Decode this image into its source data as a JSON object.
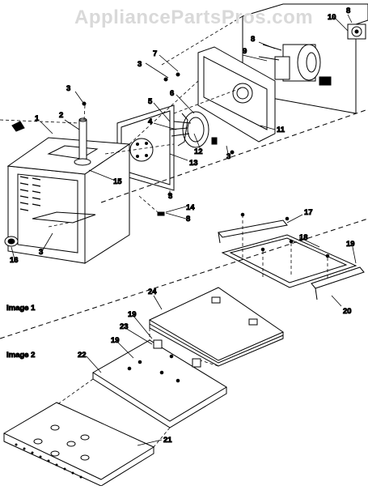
{
  "watermark": "AppliancePartsPros.com",
  "sections": {
    "image1": "Image 1",
    "image2": "Image 2"
  },
  "callouts": [
    "1",
    "2",
    "3",
    "4",
    "5",
    "6",
    "7",
    "8",
    "9",
    "10",
    "11",
    "12",
    "13",
    "14",
    "15",
    "16",
    "17",
    "18",
    "19",
    "20",
    "21",
    "22",
    "23",
    "24"
  ]
}
